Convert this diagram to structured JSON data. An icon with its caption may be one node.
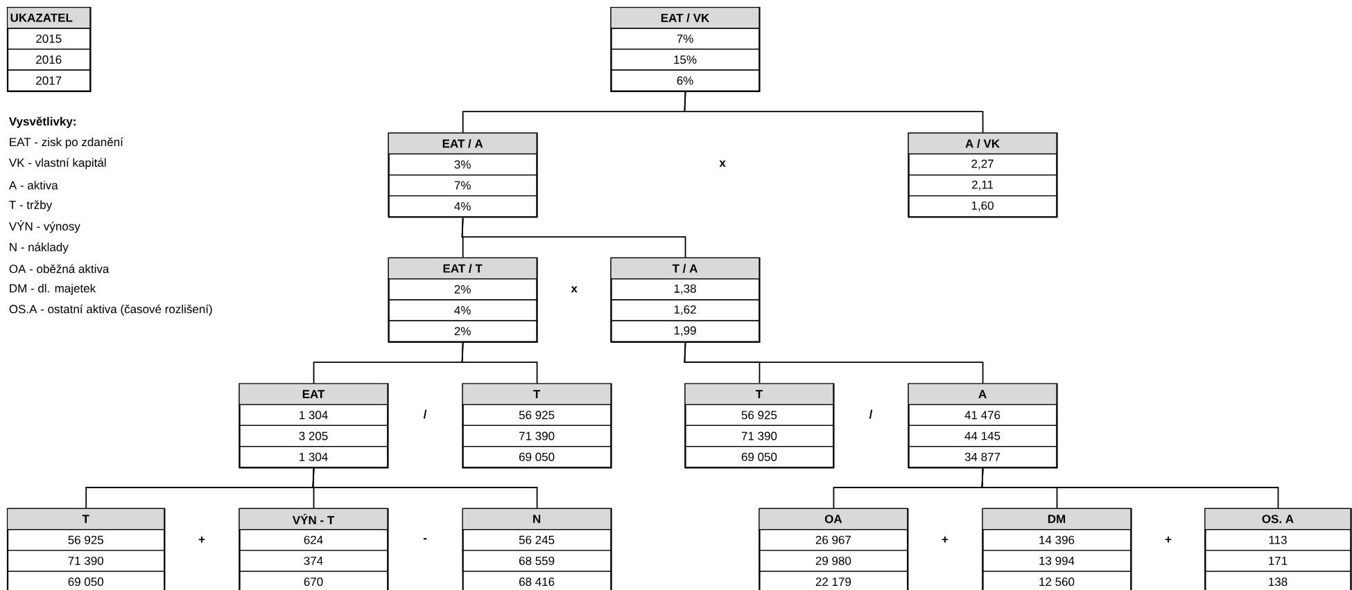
{
  "diagram": {
    "nodes": [
      {
        "text": [
          "UKAZATEL",
          "2015",
          "2016",
          "2017"
        ]
      },
      {
        "text": [
          "EAT / VK",
          "7%",
          "15%",
          "6%"
        ]
      },
      {
        "text": [
          "EAT / A",
          "3%",
          "7%",
          "4%"
        ]
      },
      {
        "text": [
          "A / VK",
          "2,27",
          "2,11",
          "1,60"
        ]
      },
      {
        "text": [
          "EAT / T",
          "2%",
          "4%",
          "2%"
        ]
      },
      {
        "text": [
          "T / A",
          "1,38",
          "1,62",
          "1,99"
        ]
      },
      {
        "text": [
          "EAT",
          "1 304",
          "3 205",
          "1 304"
        ]
      },
      {
        "text": [
          "T",
          "56 925",
          "71 390",
          "69 050"
        ]
      },
      {
        "text": [
          "T",
          "56 925",
          "71 390",
          "69 050"
        ]
      },
      {
        "text": [
          "A",
          "41 476",
          "44 145",
          "34 877"
        ]
      },
      {
        "text": [
          "T",
          "56 925",
          "71 390",
          "69 050"
        ]
      },
      {
        "text": [
          "VÝN - T",
          "624",
          "374",
          "670"
        ]
      },
      {
        "text": [
          "N",
          "56 245",
          "68 559",
          "68 416"
        ]
      },
      {
        "text": [
          "OA",
          "26 967",
          "29 980",
          "22 179"
        ]
      },
      {
        "text": [
          "DM",
          "14 396",
          "13 994",
          "12 560"
        ]
      },
      {
        "text": [
          "OS. A",
          "113",
          "171",
          "138"
        ]
      }
    ],
    "edges": [
      {
        "from": 1,
        "to": 2,
        "arrow": "none"
      },
      {
        "from": 1,
        "to": 3,
        "arrow": "none"
      },
      {
        "from": 2,
        "to": 4,
        "arrow": "none"
      },
      {
        "from": 2,
        "to": 5,
        "arrow": "none"
      },
      {
        "from": 4,
        "to": 6,
        "arrow": "none"
      },
      {
        "from": 4,
        "to": 7,
        "arrow": "none"
      },
      {
        "from": 5,
        "to": 8,
        "arrow": "none"
      },
      {
        "from": 5,
        "to": 9,
        "arrow": "none"
      },
      {
        "from": 6,
        "to": 10,
        "arrow": "none"
      },
      {
        "from": 6,
        "to": 11,
        "arrow": "none"
      },
      {
        "from": 6,
        "to": 12,
        "arrow": "none"
      },
      {
        "from": 9,
        "to": 13,
        "arrow": "none"
      },
      {
        "from": 9,
        "to": 14,
        "arrow": "none"
      },
      {
        "from": 9,
        "to": 15,
        "arrow": "none"
      }
    ],
    "labels": [
      "Vysvětlivky:",
      "EAT - zisk po zdanění",
      "VK -  vlastní kapitál",
      "A - aktiva",
      "T - tržby",
      "VÝN -  výnosy",
      "N - náklady",
      "OA - oběžná aktiva",
      "DM - dl. majetek",
      "OS.A - ostatní aktiva (časové rozlišení)",
      "x",
      "x",
      "/",
      "/",
      "+",
      "-",
      "+",
      "+"
    ]
  }
}
